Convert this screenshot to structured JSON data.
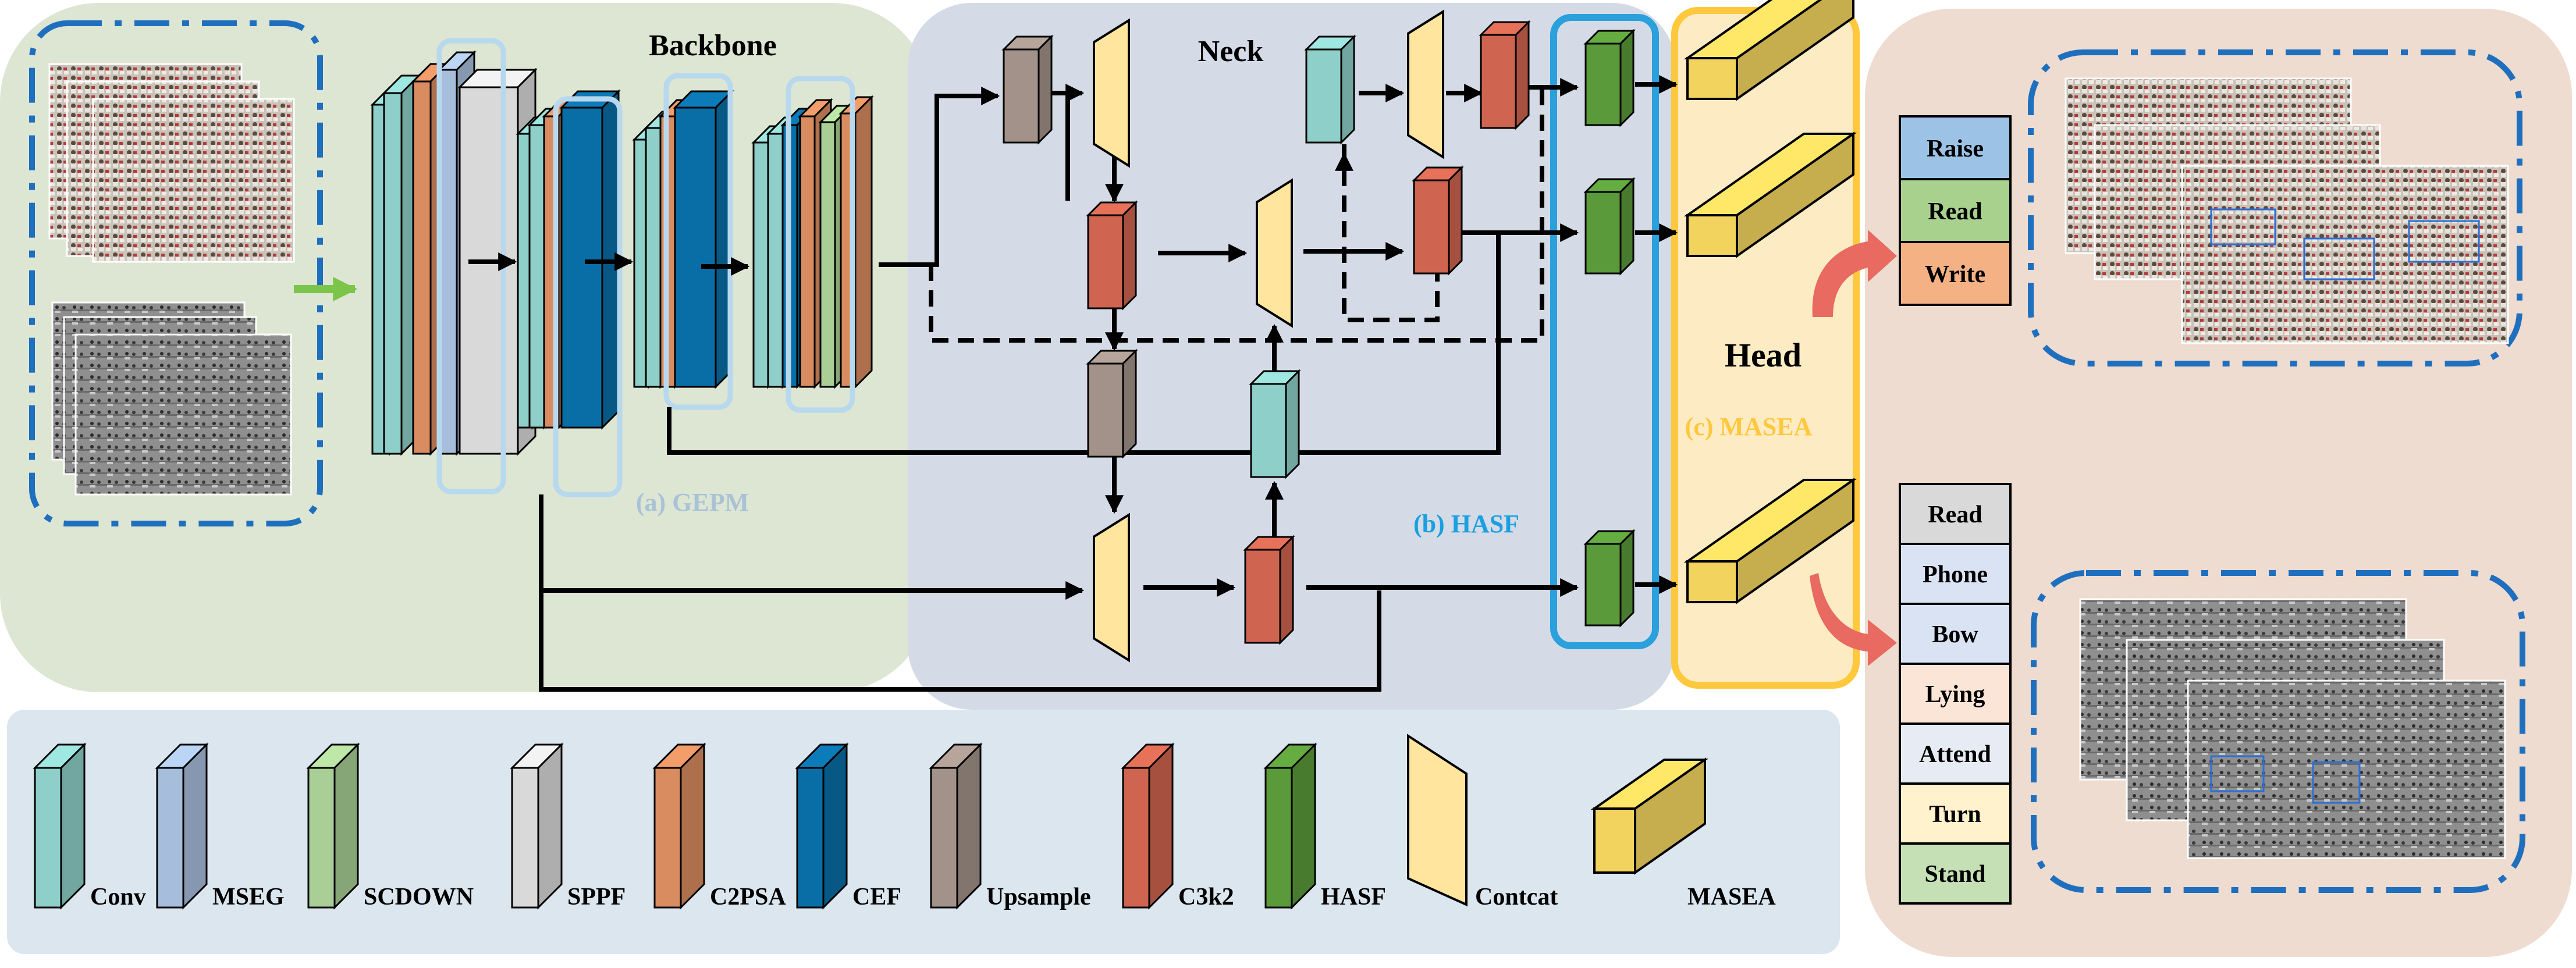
{
  "sections": {
    "backbone": "Backbone",
    "neck": "Neck",
    "head": "Head"
  },
  "modules": {
    "gepm": "(a) GEPM",
    "hasf": "(b) HASF",
    "masea": "(c) MASEA"
  },
  "legend": [
    {
      "label": "Conv",
      "color": "#8ecfc9"
    },
    {
      "label": "MSEG",
      "color": "#a6bedb"
    },
    {
      "label": "SCDOWN",
      "color": "#a9cf96"
    },
    {
      "label": "SPPF",
      "color": "#d9d9d9"
    },
    {
      "label": "C2PSA",
      "color": "#d98c5f"
    },
    {
      "label": "CEF",
      "color": "#0a6ea6"
    },
    {
      "label": "Upsample",
      "color": "#a3928a"
    },
    {
      "label": "C3k2",
      "color": "#cf6550"
    },
    {
      "label": "HASF",
      "color": "#5a9a3a"
    },
    {
      "label": "Contcat",
      "color": "#ffe59e"
    },
    {
      "label": "MASEA",
      "color": "#f2d35e"
    }
  ],
  "classes_top": [
    {
      "label": "Raise",
      "color": "#9cc3e6"
    },
    {
      "label": "Read",
      "color": "#a9d18e"
    },
    {
      "label": "Write",
      "color": "#f4b183"
    }
  ],
  "classes_bottom": [
    {
      "label": "Read",
      "color": "#d9d9d9"
    },
    {
      "label": "Phone",
      "color": "#dae3f3"
    },
    {
      "label": "Bow",
      "color": "#dae3f3"
    },
    {
      "label": "Lying",
      "color": "#fbe5d6"
    },
    {
      "label": "Attend",
      "color": "#e7ecf4"
    },
    {
      "label": "Turn",
      "color": "#fff2cc"
    },
    {
      "label": "Stand",
      "color": "#c5e0b4"
    }
  ],
  "colors": {
    "backbone_bg": "#dde6d3",
    "neck_bg": "#d5dbe6",
    "head_bg": "#fbe8b8",
    "output_bg": "#efdcd0",
    "legend_bg": "#dce6ef",
    "hasf_border": "#2aa0dc",
    "masea_border": "#ffc83d",
    "dash_border": "#1f6fbf"
  }
}
